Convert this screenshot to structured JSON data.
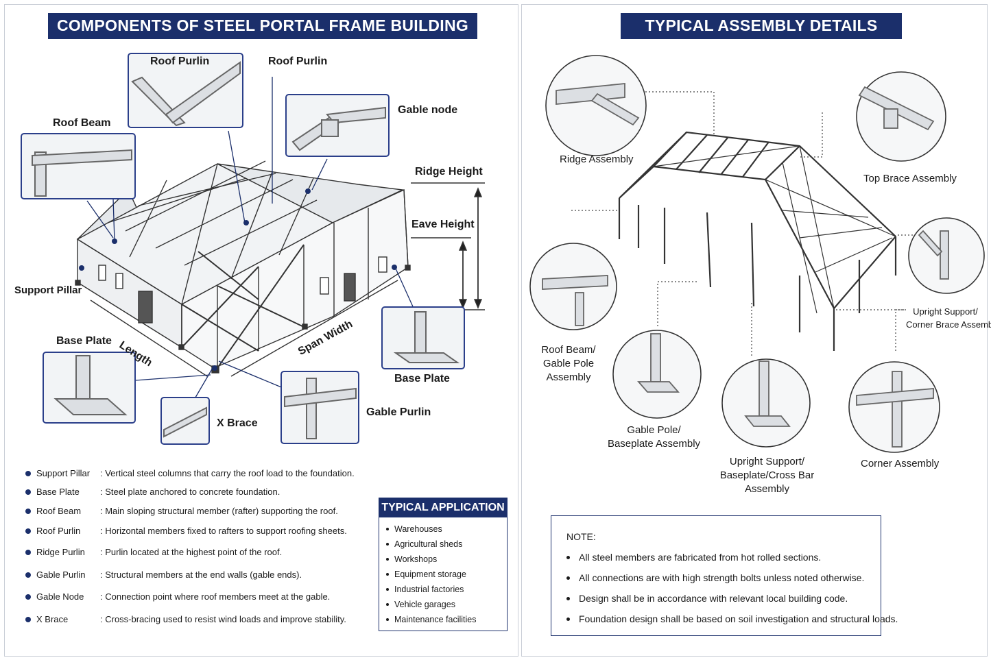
{
  "left": {
    "title": "COMPONENTS OF STEEL PORTAL FRAME BUILDING",
    "labels": {
      "roof_purlin_1": "Roof Purlin",
      "roof_purlin_2": "Roof Purlin",
      "gable_node": "Gable node",
      "roof_beam": "Roof Beam",
      "ridge_height": "Ridge Height",
      "eave_height": "Eave Height",
      "support_pillar": "Support Pillar",
      "base_plate_1": "Base Plate",
      "length": "Length",
      "span_width": "Span Width",
      "base_plate_2": "Base Plate",
      "x_brace": "X Brace",
      "gable_purlin": "Gable Purlin"
    },
    "components": [
      {
        "term": "Support Pillar",
        "desc": ": Vertical steel columns that carry the roof load to the foundation."
      },
      {
        "term": "Base Plate",
        "desc": ": Steel plate anchored to concrete foundation."
      },
      {
        "term": "Roof Beam",
        "desc": ": Main sloping structural member (rafter) supporting the roof."
      },
      {
        "term": "Roof Purlin",
        "desc": ": Horizontal members fixed to rafters to support roofing sheets."
      },
      {
        "term": "Ridge Purlin",
        "desc": ": Purlin located at the highest point of the roof."
      },
      {
        "term": "Gable Purlin",
        "desc": ": Structural members at the end walls (gable ends)."
      },
      {
        "term": "Gable Node",
        "desc": ": Connection point where roof members meet at the gable."
      },
      {
        "term": "X Brace",
        "desc": ": Cross-bracing used to resist wind loads and improve stability."
      }
    ],
    "application": {
      "title": "TYPICAL APPLICATION",
      "items": [
        "Warehouses",
        "Agricultural sheds",
        "Workshops",
        "Equipment storage",
        "Industrial factories",
        "Vehicle garages",
        "Maintenance facilities"
      ]
    }
  },
  "right": {
    "title": "TYPICAL ASSEMBLY DETAILS",
    "labels": {
      "ridge_assembly": "Ridge Assembly",
      "top_brace_assembly": "Top Brace Assembly",
      "upright_support_l1": "Upright Support/",
      "upright_support_l2": "Corner Brace Assembly",
      "roof_beam_l1": "Roof Beam/",
      "roof_beam_l2": "Gable Pole",
      "roof_beam_l3": "Assembly",
      "gable_pole_l1": "Gable Pole/",
      "gable_pole_l2": "Baseplate Assembly",
      "upright_base_l1": "Upright Support/",
      "upright_base_l2": "Baseplate/Cross Bar",
      "upright_base_l3": "Assembly",
      "corner_assembly": "Corner Assembly"
    },
    "note": {
      "title": "NOTE:",
      "items": [
        "All steel members are fabricated from hot rolled sections.",
        "All connections are with high strength bolts unless noted otherwise.",
        "Design shall be in accordance with relevant local building code.",
        "Foundation design shall be based on soil investigation and structural loads."
      ]
    }
  },
  "colors": {
    "banner": "#1b2f6b",
    "detail_border": "#2b3f8a",
    "steel": "#555555"
  }
}
